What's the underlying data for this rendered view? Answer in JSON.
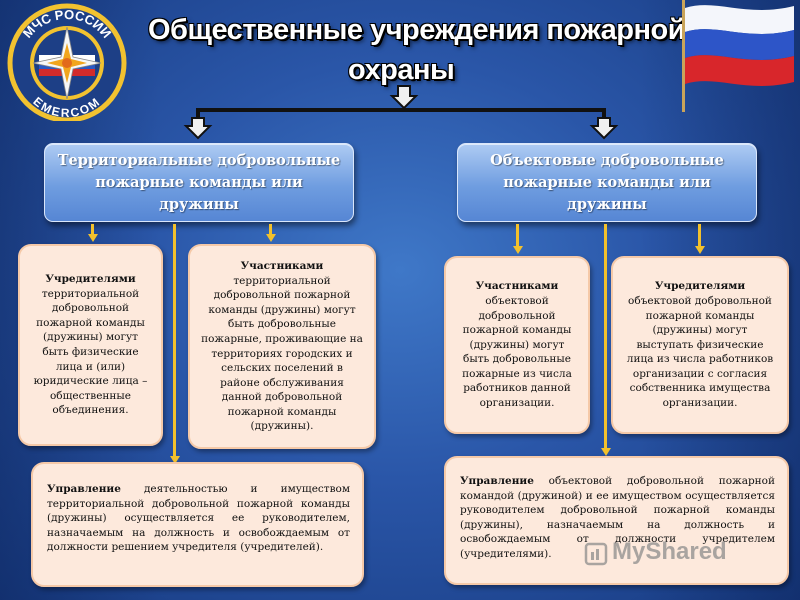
{
  "header": {
    "title_line1": "Общественные учреждения пожарной",
    "title_line2": "охраны",
    "logo_text_top": "МЧС РОССИИ",
    "logo_text_bottom": "EMERCOM"
  },
  "colors": {
    "background": "#2a56a8",
    "header_box": "#6f9de0",
    "content_box": "#fde9dc",
    "arrow": "#f3c12c"
  },
  "branches": {
    "territorial": {
      "title": "Территориальные добровольные пожарные команды или дружины",
      "founders_lead": "Учредителями",
      "founders_text": "территориальной добровольной пожарной команды (дружины) могут быть физические лица и (или) юридические лица – общественные объединения.",
      "participants_lead": "Участниками",
      "participants_text": "территориальной добровольной пожарной команды (дружины) могут быть добровольные пожарные, проживающие на территориях городских и сельских поселений в районе обслуживания данной добровольной пожарной команды (дружины).",
      "management_lead": "Управление",
      "management_text": "деятельностью и имуществом территориальной добровольной пожарной команды (дружины) осуществляется ее руководителем, назначаемым на должность и освобождаемым от должности решением учредителя (учредителей)."
    },
    "object": {
      "title": "Объектовые добровольные пожарные команды или дружины",
      "participants_lead": "Участниками",
      "participants_text": "объектовой добровольной пожарной команды (дружины) могут быть добровольные пожарные из числа работников данной организации.",
      "founders_lead": "Учредителями",
      "founders_text": "объектовой добровольной пожарной команды (дружины) могут выступать физические лица из числа работников организации с согласия собственника имущества организации.",
      "management_lead": "Управление",
      "management_text": "объектовой добровольной пожарной командой (дружиной) и ее имуществом осуществляется руководителем добровольной пожарной команды (дружины), назначаемым на должность и освобождаемым от должности учредителем (учредителями)."
    }
  },
  "watermark": "MyShared"
}
